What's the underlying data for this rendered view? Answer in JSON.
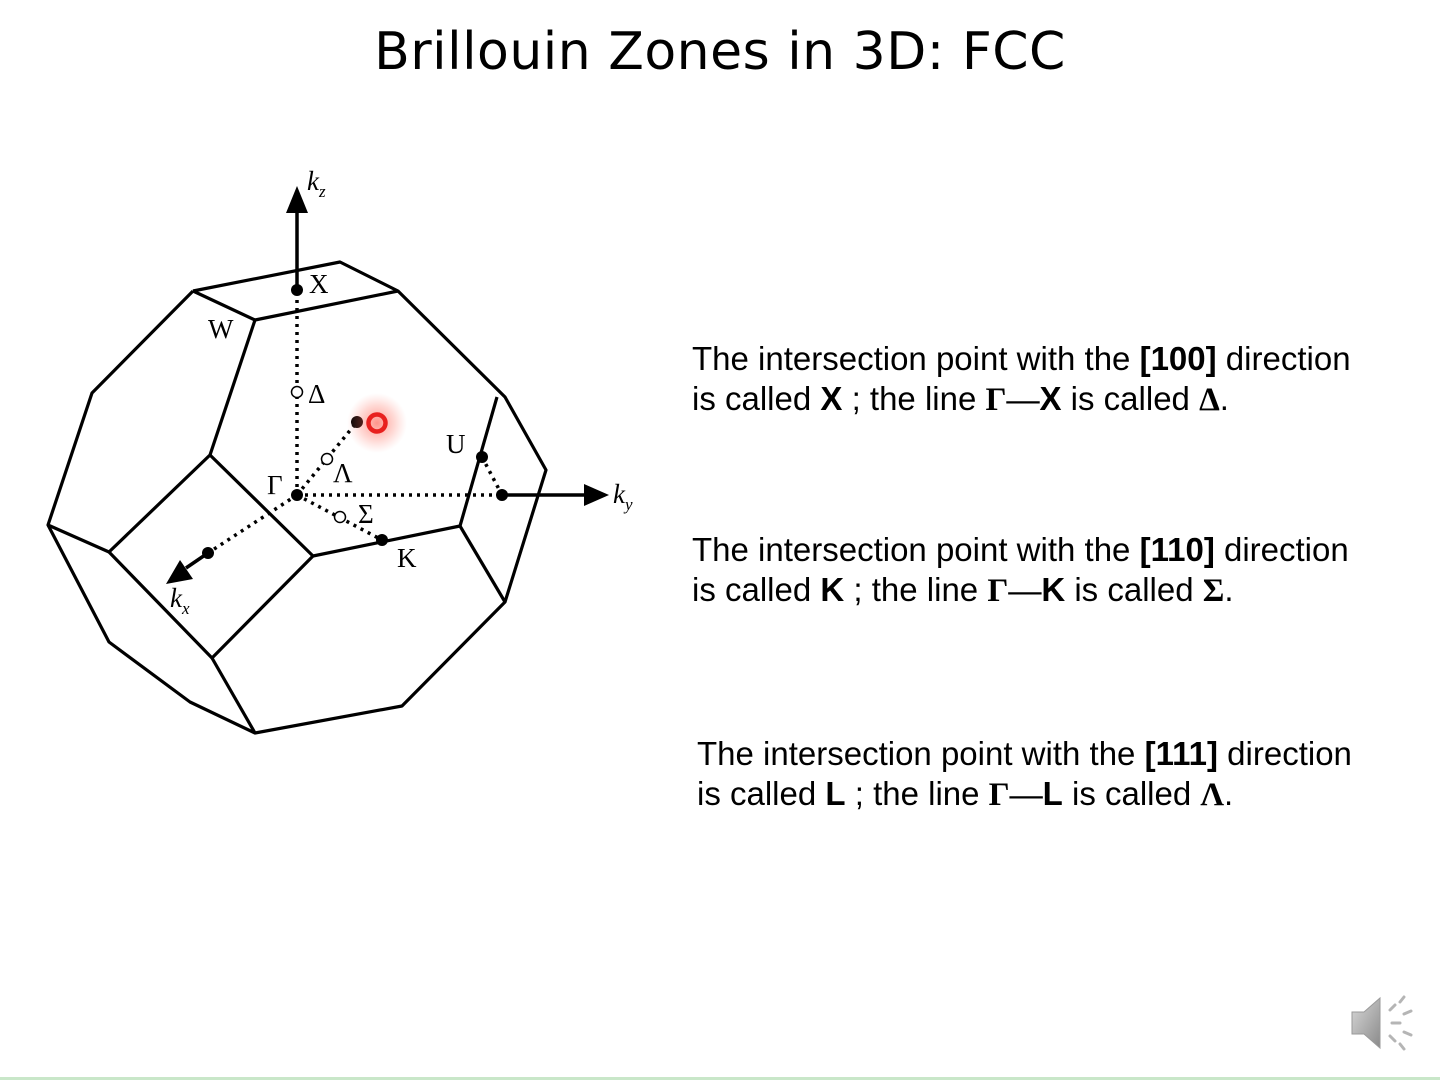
{
  "slide": {
    "title": "Brillouin Zones in 3D: FCC"
  },
  "diagram": {
    "axis_labels": {
      "kz": "k",
      "kz_sub": "z",
      "ky": "k",
      "ky_sub": "y",
      "kx": "k",
      "kx_sub": "x"
    },
    "point_labels": {
      "X": "X",
      "W": "W",
      "U": "U",
      "K": "K",
      "Gamma": "Γ",
      "Delta": "Δ",
      "Lambda": "Λ",
      "Sigma": "Σ"
    }
  },
  "paragraphs": [
    {
      "l1_pre": "The intersection point with the ",
      "l1_dir": "[100]",
      "l1_post": " direction",
      "l2_a": "is called ",
      "l2_pt": "X",
      "l2_b": " ; the line ",
      "l2_g": "Γ—",
      "l2_pt2": "X",
      "l2_c": " is called ",
      "l2_sym": "Δ",
      "l2_end": "."
    },
    {
      "l1_pre": "The intersection point with the ",
      "l1_dir": "[110]",
      "l1_post": " direction",
      "l2_a": "is called ",
      "l2_pt": "K",
      "l2_b": " ; the line  ",
      "l2_g": "Γ—",
      "l2_pt2": "K",
      "l2_c": " is called ",
      "l2_sym": "Σ",
      "l2_end": "."
    },
    {
      "l1_pre": "The intersection point with the ",
      "l1_dir": "[111]",
      "l1_post": " direction",
      "l2_a": "is called ",
      "l2_pt": "L",
      "l2_b": "  ; the line  ",
      "l2_g": "Γ—",
      "l2_pt2": "L",
      "l2_c": " is called ",
      "l2_sym": "Λ",
      "l2_end": "."
    }
  ],
  "colors": {
    "pointer": "#e8201e",
    "line": "#000000"
  },
  "icons": {
    "speaker": "speaker-icon"
  }
}
